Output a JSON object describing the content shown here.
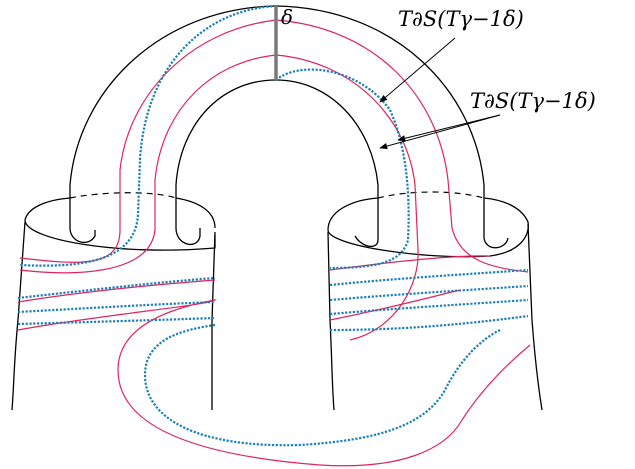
{
  "labels": {
    "delta": "δ",
    "curve_upper": "T∂S(Tγ−1δ)",
    "curve_lower": "T∂S(Tγ−1δ)"
  },
  "colors": {
    "outline": "#000000",
    "red_curve": "#e0245e",
    "blue_curve": "#1a7fb5",
    "delta_arc": "#7a7a7a"
  }
}
